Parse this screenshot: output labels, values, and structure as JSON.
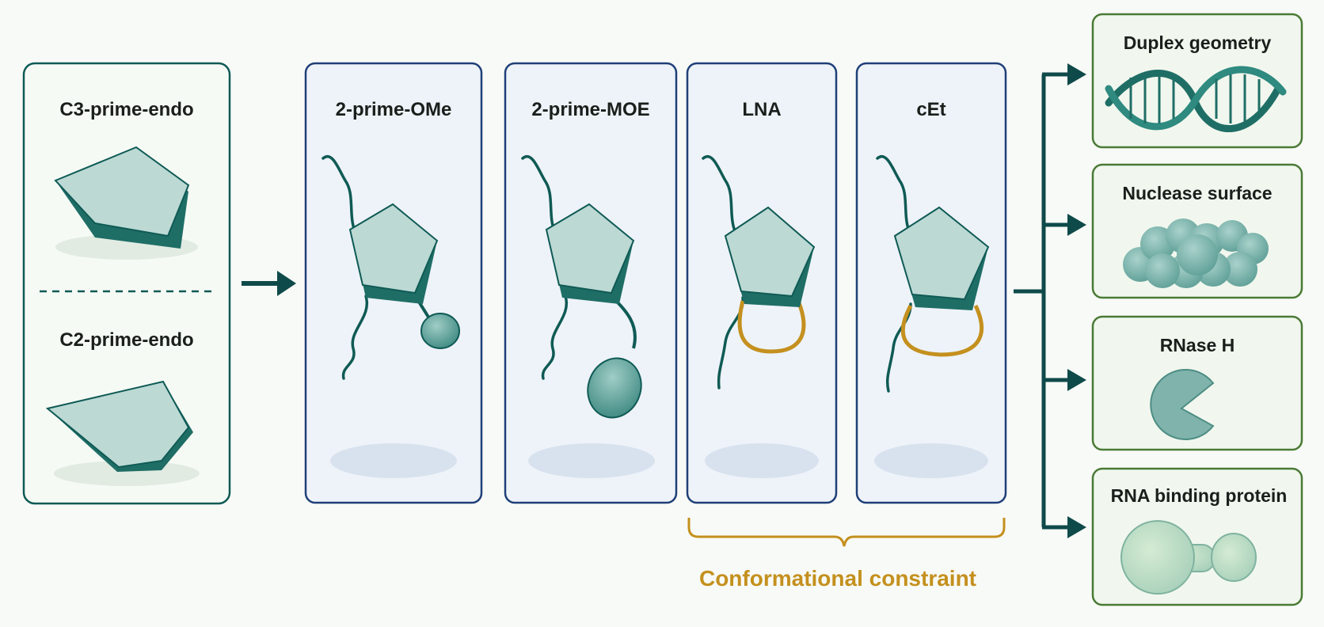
{
  "pucker": {
    "top_label": "C3-prime-endo",
    "bottom_label": "C2-prime-endo"
  },
  "modifications": [
    {
      "label": "2-prime-OMe"
    },
    {
      "label": "2-prime-MOE"
    },
    {
      "label": "LNA"
    },
    {
      "label": "cEt"
    }
  ],
  "constraint_label": "Conformational constraint",
  "outcomes": [
    {
      "label": "Duplex geometry",
      "icon": "dna-helix-icon"
    },
    {
      "label": "Nuclease surface",
      "icon": "nuclease-blob-icon"
    },
    {
      "label": "RNase H",
      "icon": "rnase-h-pacman-icon"
    },
    {
      "label": "RNA binding protein",
      "icon": "binding-protein-icon"
    }
  ],
  "colors": {
    "teal_dark": "#0f5a55",
    "teal_face": "#bcd9d4",
    "teal_side": "#1f6e66",
    "panel_border_blue": "#1f3f78",
    "panel_fill_blue": "#eef3f9",
    "outcome_border_green": "#4a7a35",
    "outcome_fill_green": "#f1f7ee",
    "gold": "#c4901e",
    "arrow": "#0f4a4a"
  }
}
